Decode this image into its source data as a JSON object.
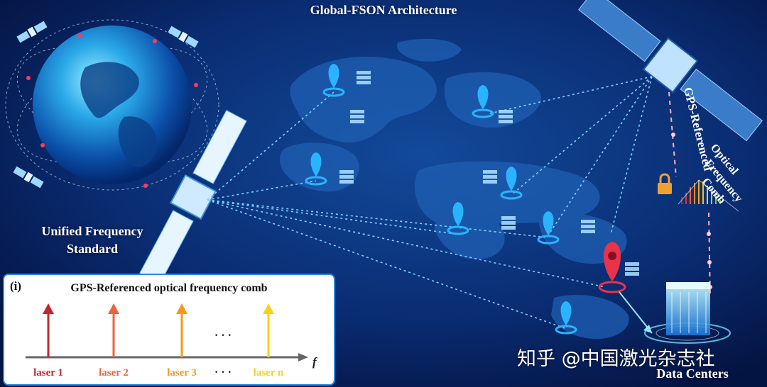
{
  "title": "Global-FSON Architecture",
  "unified_frequency_standard": [
    "Unified Frequency",
    "Standard"
  ],
  "gps_referenced": "GPS-Referenced",
  "optical_frequency_comb": [
    "Optical",
    "Frequency",
    "Comb"
  ],
  "data_centers": "Data Centers",
  "watermark": "知乎 @中国激光杂志社",
  "inset": {
    "panel_label": "(i)",
    "title": "GPS-Referenced optical frequency comb",
    "axis_label": "f",
    "ellipsis": "· · ·",
    "lasers": [
      {
        "label": "laser 1",
        "color": "#c0282f"
      },
      {
        "label": "laser 2",
        "color": "#e9653a"
      },
      {
        "label": "laser 3",
        "color": "#f39a1e"
      },
      {
        "label": "laser n",
        "color": "#f5d31a"
      }
    ]
  },
  "colors": {
    "background": "#061a4a",
    "link": "#7fd3ff",
    "marker": "#2ab4ff",
    "highlight_marker": "#e8334a",
    "inset_border": "#2a8be0"
  },
  "icons": [
    "globe-icon",
    "satellite-icon",
    "location-pin-icon",
    "server-stack-icon",
    "lock-icon",
    "data-center-icon"
  ]
}
